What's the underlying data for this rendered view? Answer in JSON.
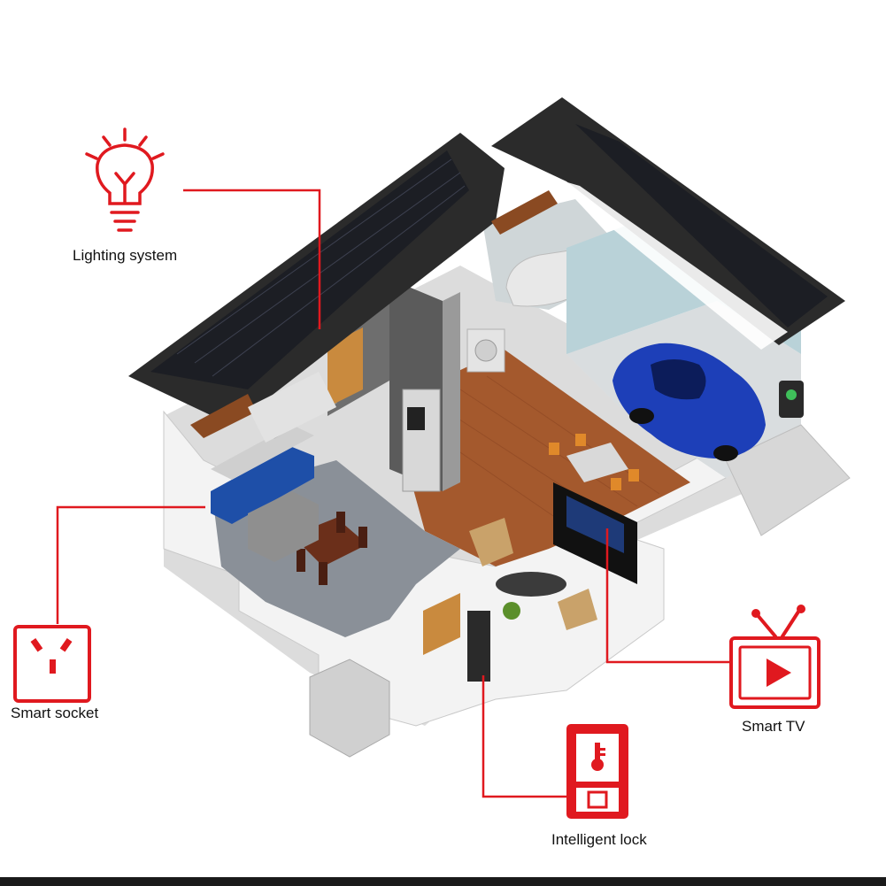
{
  "labels": {
    "lighting": "Lighting system",
    "socket": "Smart socket",
    "tv": "Smart TV",
    "lock": "Intelligent lock"
  },
  "colors": {
    "accent": "#e0191f",
    "roof": "#2b2b2b",
    "floor_wood": "#a0582e",
    "floor_tile": "#8a9098",
    "walls": "#f0f0f0",
    "car": "#1d3fb8",
    "cabinets": "#1e4fa8"
  },
  "icons": {
    "lighting": "lightbulb-icon",
    "socket": "power-socket-icon",
    "tv": "television-icon",
    "lock": "door-lock-icon"
  }
}
